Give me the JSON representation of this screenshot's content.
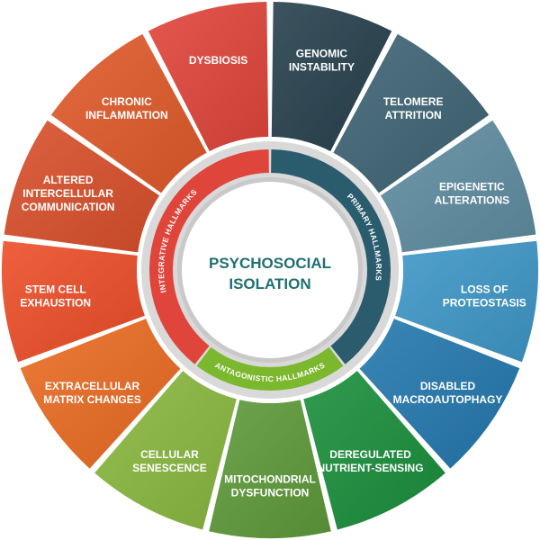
{
  "center": {
    "lines": [
      "PSYCHOSOCIAL",
      "ISOLATION"
    ],
    "text_color": "#1f6f74"
  },
  "inner_ring": [
    {
      "label": "PRIMARY HALLMARKS",
      "color": "#2b5c6e"
    },
    {
      "label": "ANTAGONISTIC HALLMARKS",
      "color": "#7bb82e"
    },
    {
      "label": "INTEGRATIVE HALLMARKS",
      "color": "#e0453b"
    }
  ],
  "segments": [
    {
      "id": "genomic-instability",
      "lines": [
        "GENOMIC",
        "INSTABILITY"
      ],
      "color": "#27414d",
      "group": "primary"
    },
    {
      "id": "telomere-attrition",
      "lines": [
        "TELOMERE",
        "ATTRITION"
      ],
      "color": "#3f6475",
      "group": "primary"
    },
    {
      "id": "epigenetic-alterations",
      "lines": [
        "EPIGENETIC",
        "ALTERATIONS"
      ],
      "color": "#5f8da1",
      "group": "primary"
    },
    {
      "id": "loss-of-proteostasis",
      "lines": [
        "LOSS OF",
        "PROTEOSTASIS"
      ],
      "color": "#3f97c8",
      "group": "primary"
    },
    {
      "id": "disabled-macroautophagy",
      "lines": [
        "DISABLED",
        "MACROAUTOPHAGY"
      ],
      "color": "#2478ad",
      "group": "primary"
    },
    {
      "id": "deregulated-nutrient-sensing",
      "lines": [
        "DEREGULATED",
        "NUTRIENT-SENSING"
      ],
      "color": "#1a8f3c",
      "group": "antagonistic"
    },
    {
      "id": "mitochondrial-dysfunction",
      "lines": [
        "MITOCHONDRIAL",
        "DYSFUNCTION"
      ],
      "color": "#5e9a3a",
      "group": "antagonistic"
    },
    {
      "id": "cellular-senescence",
      "lines": [
        "CELLULAR",
        "SENESCENCE"
      ],
      "color": "#89b840",
      "group": "antagonistic"
    },
    {
      "id": "extracellular-matrix-changes",
      "lines": [
        "EXTRACELLULAR",
        "MATRIX CHANGES"
      ],
      "color": "#ea6b22",
      "group": "integrative"
    },
    {
      "id": "stem-cell-exhaustion",
      "lines": [
        "STEM CELL",
        "EXHAUSTION"
      ],
      "color": "#ec4e28",
      "group": "integrative"
    },
    {
      "id": "altered-intercellular-communication",
      "lines": [
        "ALTERED",
        "INTERCELLULAR",
        "COMMUNICATION"
      ],
      "color": "#d9502c",
      "group": "integrative"
    },
    {
      "id": "chronic-inflammation",
      "lines": [
        "CHRONIC",
        "INFLAMMATION"
      ],
      "color": "#e05a2a",
      "group": "integrative"
    },
    {
      "id": "dysbiosis",
      "lines": [
        "DYSBIOSIS"
      ],
      "color": "#e0453b",
      "group": "integrative"
    }
  ]
}
